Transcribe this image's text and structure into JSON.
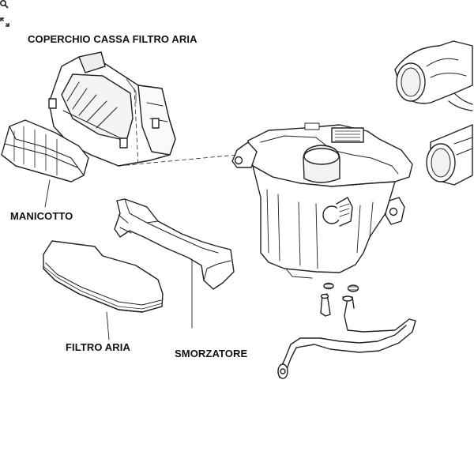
{
  "labels": {
    "coperchio": "COPERCHIO CASSA FILTRO ARIA",
    "manicotto": "MANICOTTO",
    "filtro": "FILTRO ARIA",
    "smorzatore": "SMORZATORE"
  },
  "icons": {
    "zoom": "search-icon",
    "fullscreen": "expand-icon"
  },
  "colors": {
    "line": "#222222",
    "fill": "#ffffff",
    "shade": "#e6e6e6",
    "text": "#111111"
  }
}
